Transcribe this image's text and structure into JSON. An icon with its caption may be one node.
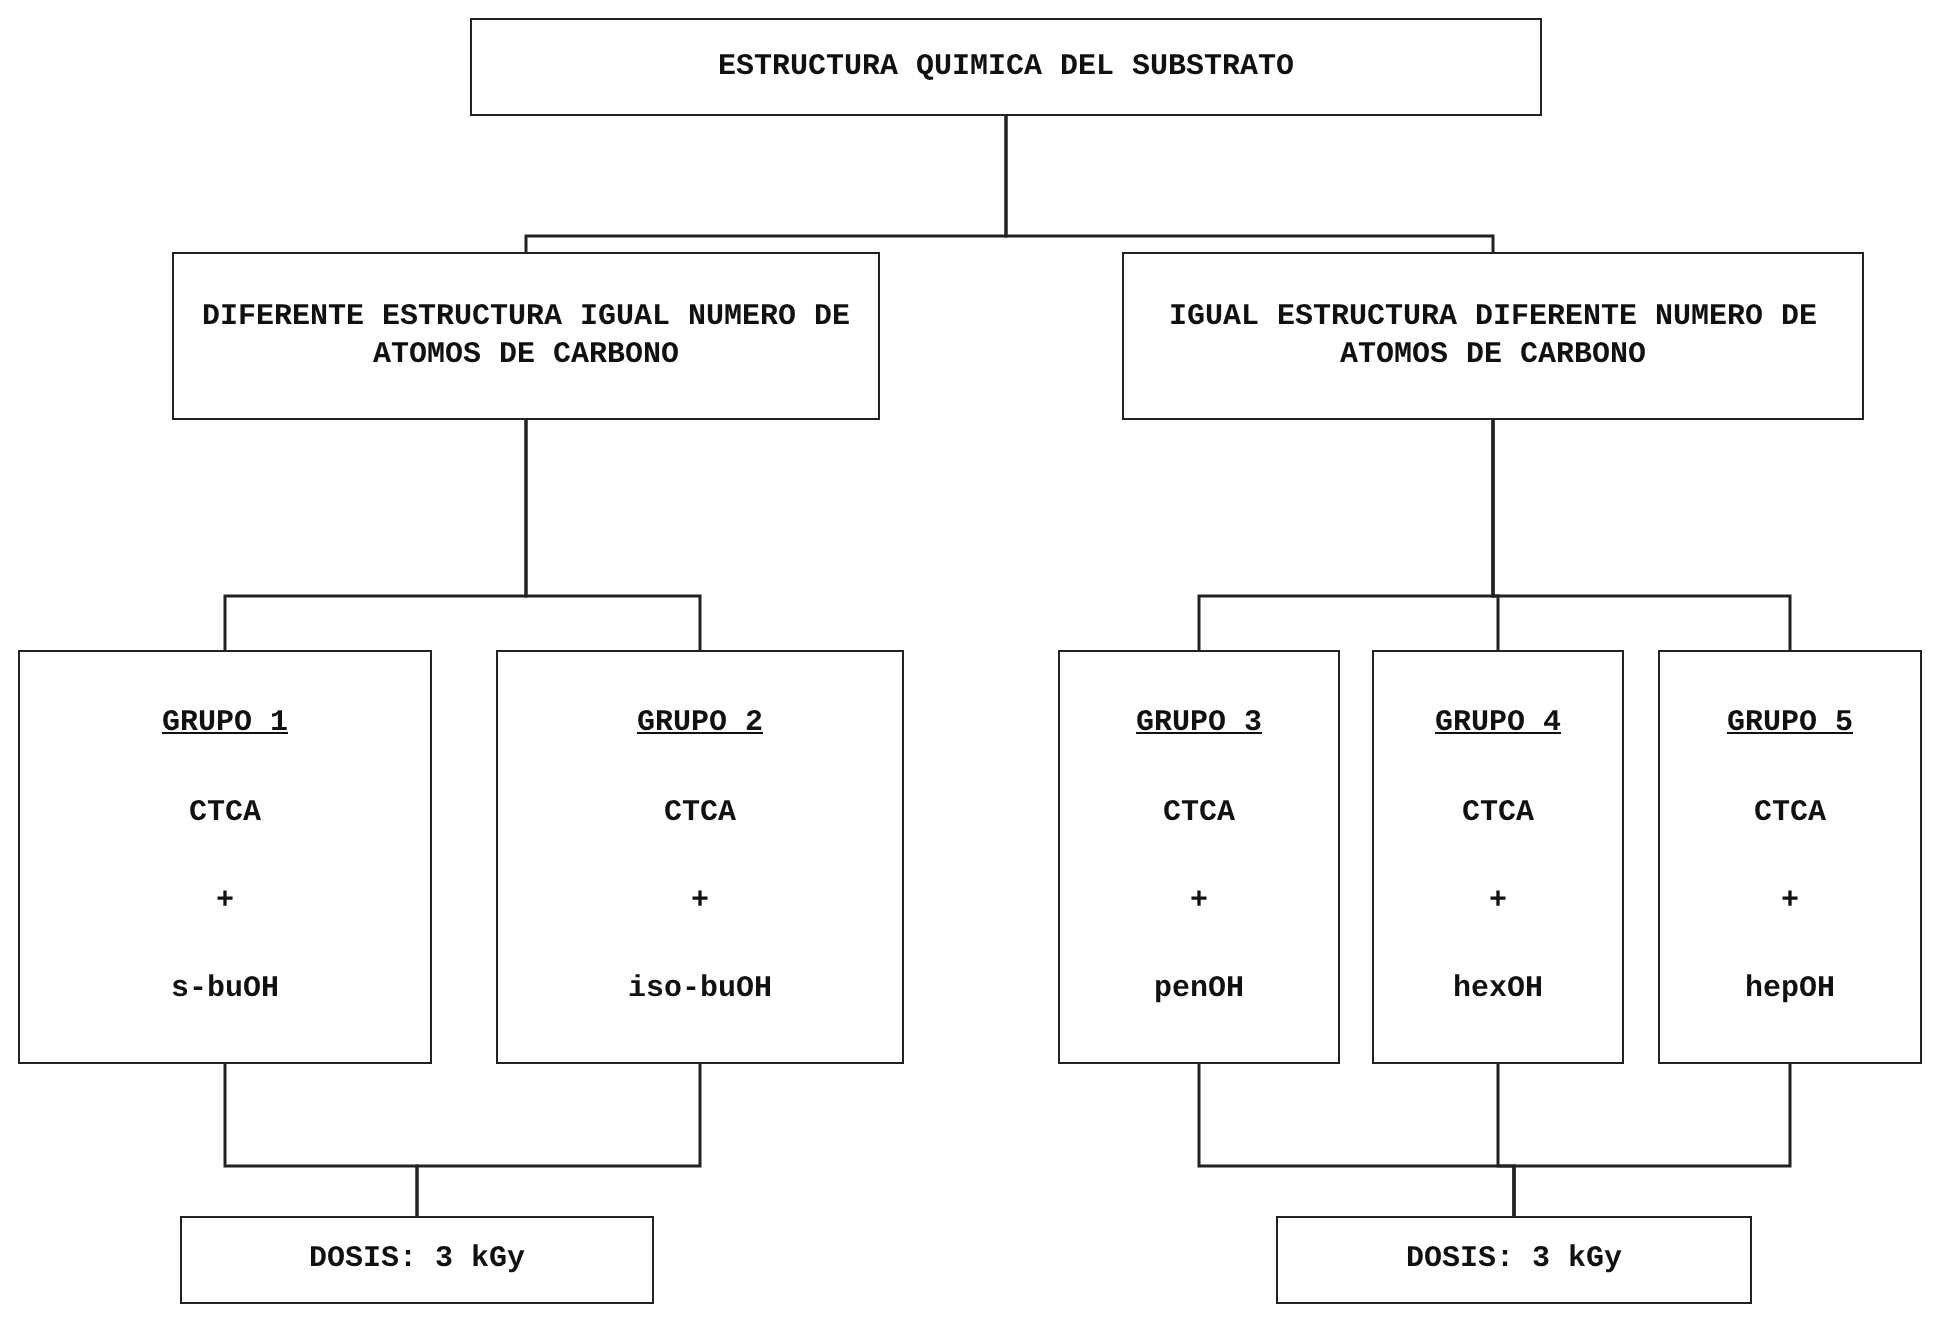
{
  "diagram": {
    "nodes": [
      {
        "text": [
          "ESTRUCTURA QUIMICA DEL SUBSTRATO"
        ]
      },
      {
        "text": [
          "DIFERENTE ESTRUCTURA IGUAL NUMERO DE ATOMOS DE CARBONO"
        ]
      },
      {
        "text": [
          "IGUAL ESTRUCTURA DIFERENTE NUMERO DE ATOMOS DE CARBONO"
        ]
      },
      {
        "text": [
          "GRUPO 1",
          "CTCA",
          "+",
          "s-buOH"
        ]
      },
      {
        "text": [
          "GRUPO 2",
          "CTCA",
          "+",
          "iso-buOH"
        ]
      },
      {
        "text": [
          "GRUPO 3",
          "CTCA",
          "+",
          "penOH"
        ]
      },
      {
        "text": [
          "GRUPO 4",
          "CTCA",
          "+",
          "hexOH"
        ]
      },
      {
        "text": [
          "GRUPO 5",
          "CTCA",
          "+",
          "hepOH"
        ]
      },
      {
        "text": [
          "DOSIS: 3 kGy"
        ]
      },
      {
        "text": [
          "DOSIS: 3 kGy"
        ]
      }
    ],
    "edges": [
      {
        "from": 0,
        "to": 1,
        "arrow": "none"
      },
      {
        "from": 0,
        "to": 2,
        "arrow": "none"
      },
      {
        "from": 1,
        "to": 3,
        "arrow": "none"
      },
      {
        "from": 1,
        "to": 4,
        "arrow": "none"
      },
      {
        "from": 2,
        "to": 5,
        "arrow": "none"
      },
      {
        "from": 2,
        "to": 6,
        "arrow": "none"
      },
      {
        "from": 2,
        "to": 7,
        "arrow": "none"
      },
      {
        "from": 3,
        "to": 8,
        "arrow": "none"
      },
      {
        "from": 4,
        "to": 8,
        "arrow": "none"
      },
      {
        "from": 5,
        "to": 9,
        "arrow": "none"
      },
      {
        "from": 6,
        "to": 9,
        "arrow": "none"
      },
      {
        "from": 7,
        "to": 9,
        "arrow": "none"
      }
    ]
  }
}
